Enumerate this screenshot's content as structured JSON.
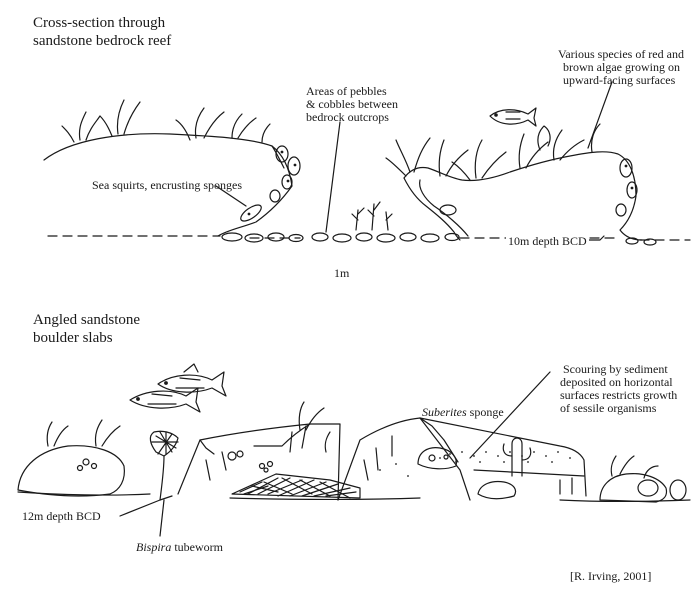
{
  "top_panel": {
    "title_line1": "Cross-section through",
    "title_line2": "sandstone bedrock reef",
    "label_pebbles_line1": "Areas of pebbles",
    "label_pebbles_line2": "& cobbles between",
    "label_pebbles_line3": "bedrock outcrops",
    "label_algae_line1": "Various species of red and",
    "label_algae_line2": "brown algae growing on",
    "label_algae_line3": "upward-facing surfaces",
    "label_squirts": "Sea squirts, encrusting sponges",
    "label_depth": "10m depth BCD",
    "scale_label": "1m"
  },
  "bottom_panel": {
    "title_line1": "Angled sandstone",
    "title_line2": "boulder slabs",
    "label_scouring_line1": "Scouring by sediment",
    "label_scouring_line2": "deposited on horizontal",
    "label_scouring_line3": "surfaces restricts growth",
    "label_scouring_line4": "of sessile organisms",
    "label_suberites_genus": "Suberites",
    "label_suberites_rest": " sponge",
    "label_bispira_genus": "Bispira",
    "label_bispira_rest": " tubeworm",
    "label_depth": "12m depth BCD"
  },
  "credit": "[R. Irving, 2001]",
  "colors": {
    "ink": "#1a1a1a",
    "background": "#ffffff"
  }
}
